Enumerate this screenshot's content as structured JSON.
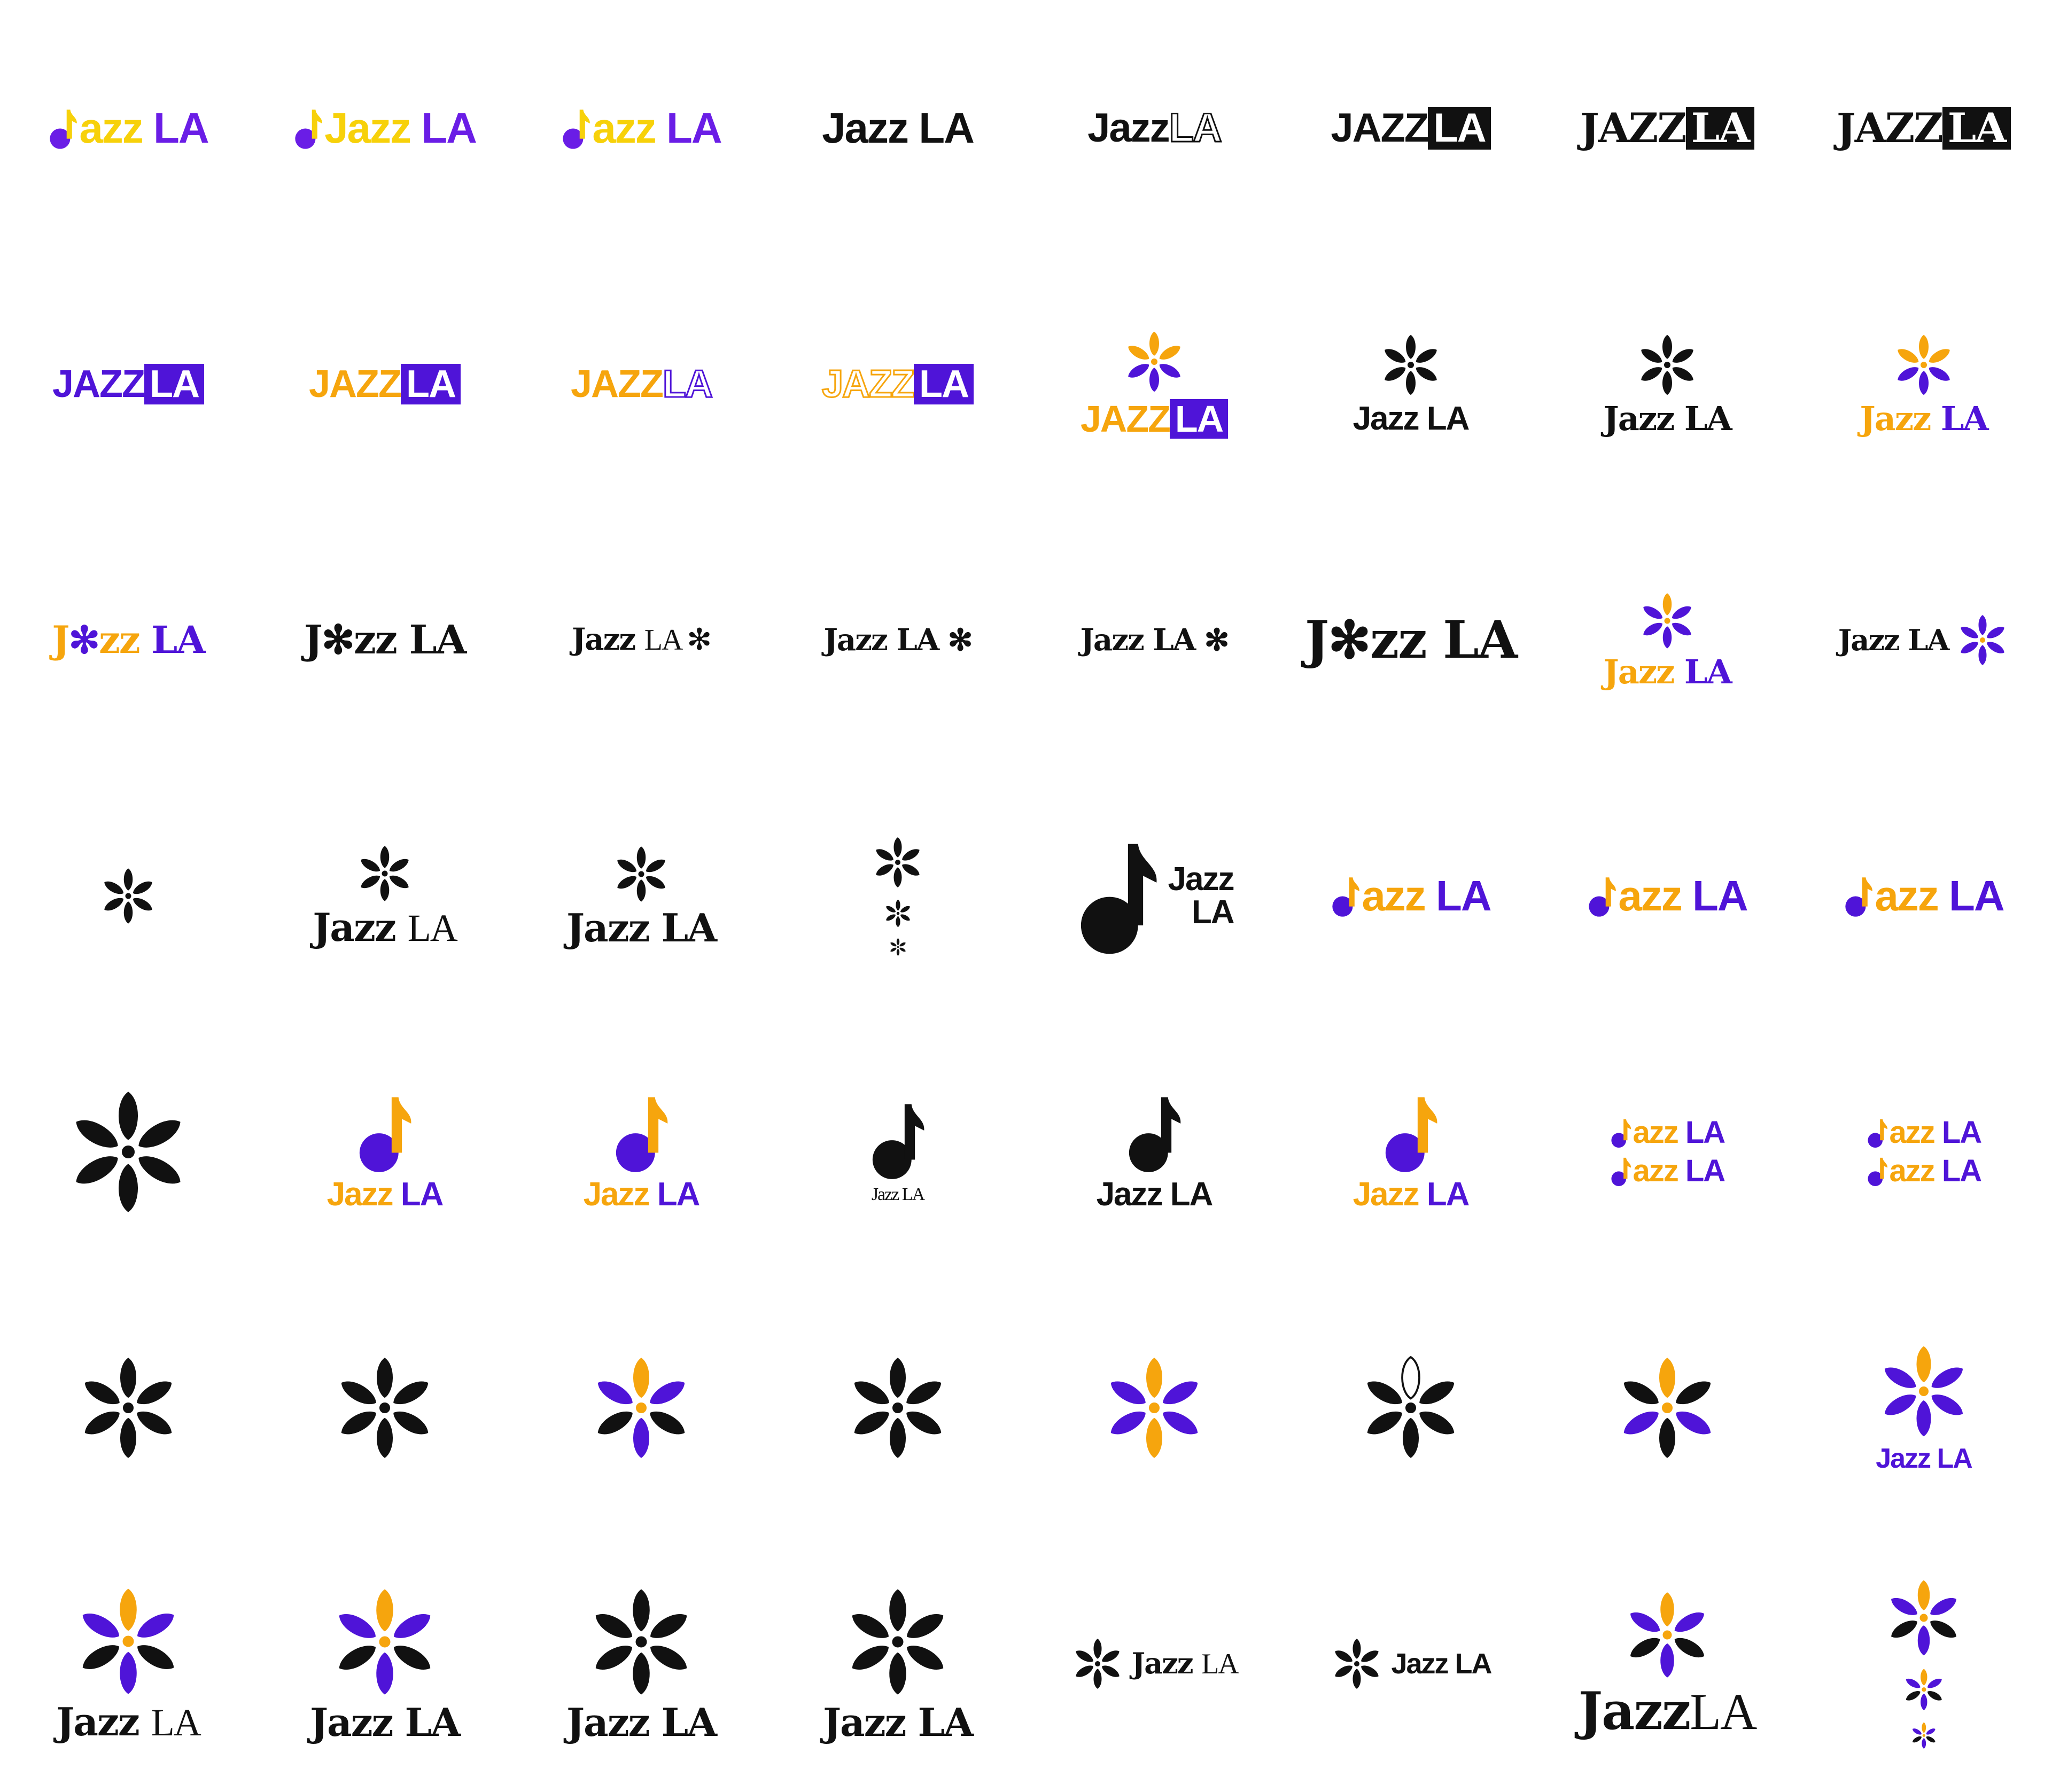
{
  "colors": {
    "black": "#111111",
    "purple": "#4f14d8",
    "violet": "#6a1de6",
    "yellow": "#f7d10a",
    "orange": "#f6a50d",
    "white": "#ffffff"
  },
  "icons": {
    "flower": "flower-icon",
    "note": "music-note-icon"
  },
  "marks": [
    {
      "icon": "note-dot",
      "parts": [
        {
          "t": "azz",
          "c": "yellow"
        },
        {
          "t": " LA",
          "c": "violet"
        }
      ],
      "size": 80,
      "style": "sans"
    },
    {
      "icon": "note-small",
      "parts": [
        {
          "t": "Jazz",
          "c": "yellow"
        },
        {
          "t": " LA",
          "c": "violet"
        }
      ],
      "size": 80,
      "style": "sans"
    },
    {
      "icon": "note-dot",
      "parts": [
        {
          "t": "azz",
          "c": "yellow"
        },
        {
          "t": " LA",
          "c": "violet"
        }
      ],
      "size": 80,
      "style": "sans"
    },
    {
      "icon": "",
      "parts": [
        {
          "t": "Jazz",
          "c": "black"
        },
        {
          "t": " LA",
          "c": "black"
        }
      ],
      "size": 80,
      "style": "sans"
    },
    {
      "icon": "",
      "parts": [
        {
          "t": "Jazz",
          "c": "black"
        },
        {
          "t": "LA",
          "c": "black",
          "outline": true
        }
      ],
      "size": 76,
      "style": "sans"
    },
    {
      "icon": "",
      "parts": [
        {
          "t": "JAZZ",
          "c": "black"
        },
        {
          "t": "LA",
          "c": "black",
          "box": "black"
        }
      ],
      "size": 76,
      "style": "sans"
    },
    {
      "icon": "",
      "parts": [
        {
          "t": "JAZZ",
          "c": "black"
        },
        {
          "t": "LA",
          "c": "black",
          "box": "black"
        }
      ],
      "size": 76,
      "style": "serif"
    },
    {
      "icon": "",
      "parts": [
        {
          "t": "JAZZ",
          "c": "black"
        },
        {
          "t": "LA",
          "c": "black",
          "box": "black"
        }
      ],
      "size": 76,
      "style": "serif"
    },
    {
      "icon": "",
      "parts": [
        {
          "t": "JAZZ",
          "c": "purple"
        },
        {
          "t": "LA",
          "c": "purple",
          "box": "purple"
        }
      ],
      "size": 72,
      "style": "sans"
    },
    {
      "icon": "",
      "parts": [
        {
          "t": "JAZZ",
          "c": "orange"
        },
        {
          "t": "LA",
          "c": "purple",
          "box": "purple"
        }
      ],
      "size": 72,
      "style": "sans"
    },
    {
      "icon": "",
      "parts": [
        {
          "t": "JAZZ",
          "c": "orange"
        },
        {
          "t": "LA",
          "c": "purple",
          "outline": true
        }
      ],
      "size": 72,
      "style": "sans"
    },
    {
      "icon": "",
      "parts": [
        {
          "t": "JAZZ",
          "c": "orange",
          "outline": true
        },
        {
          "t": "LA",
          "c": "purple",
          "box": "purple"
        }
      ],
      "size": 72,
      "style": "sans"
    },
    {
      "icon": "flower",
      "flowerStyle": "op",
      "iconSize": 120,
      "parts": [
        {
          "t": "JAZZ",
          "c": "orange"
        },
        {
          "t": "LA",
          "c": "purple",
          "box": "purple"
        }
      ],
      "size": 70,
      "style": "sans"
    },
    {
      "icon": "flower",
      "flowerStyle": "k",
      "iconSize": 120,
      "parts": [
        {
          "t": "Jazz",
          "c": "black"
        },
        {
          "t": " LA",
          "c": "black"
        }
      ],
      "size": 62,
      "style": "sans"
    },
    {
      "icon": "flower",
      "flowerStyle": "k",
      "iconSize": 120,
      "parts": [
        {
          "t": "Jazz",
          "c": "black"
        },
        {
          "t": " LA",
          "c": "black"
        }
      ],
      "size": 62,
      "style": "serif"
    },
    {
      "icon": "flower",
      "flowerStyle": "op",
      "iconSize": 120,
      "parts": [
        {
          "t": "Jazz",
          "c": "orange"
        },
        {
          "t": " LA",
          "c": "purple"
        }
      ],
      "size": 62,
      "style": "serif"
    },
    {
      "icon": "",
      "parts": [
        {
          "t": "J",
          "c": "orange"
        },
        {
          "t": "✻",
          "c": "purple"
        },
        {
          "t": "zz",
          "c": "orange"
        },
        {
          "t": " LA",
          "c": "purple"
        }
      ],
      "size": 70,
      "style": "serif"
    },
    {
      "icon": "",
      "parts": [
        {
          "t": "J✻zz LA",
          "c": "black"
        }
      ],
      "size": 74,
      "style": "serif"
    },
    {
      "icon": "",
      "parts": [
        {
          "t": "Jazz ",
          "c": "black"
        },
        {
          "t": "LA ✻",
          "c": "black",
          "light": true
        }
      ],
      "size": 56,
      "style": "serif"
    },
    {
      "icon": "",
      "parts": [
        {
          "t": "Jazz LA ✻",
          "c": "black"
        }
      ],
      "size": 56,
      "style": "serif"
    },
    {
      "icon": "",
      "parts": [
        {
          "t": "Jazz LA ✻",
          "c": "black"
        }
      ],
      "size": 56,
      "style": "serif"
    },
    {
      "icon": "",
      "parts": [
        {
          "t": "J✻zz LA",
          "c": "black"
        }
      ],
      "size": 96,
      "style": "serif"
    },
    {
      "icon": "flower",
      "flowerStyle": "po",
      "iconSize": 110,
      "parts": [
        {
          "t": "Jazz",
          "c": "orange"
        },
        {
          "t": " LA",
          "c": "purple"
        }
      ],
      "size": 62,
      "style": "serif"
    },
    {
      "icon": "flower-right",
      "flowerStyle": "p",
      "iconSize": 100,
      "parts": [
        {
          "t": "Jazz LA",
          "c": "black"
        }
      ],
      "size": 54,
      "style": "serif"
    },
    {
      "icon": "flower",
      "flowerStyle": "k",
      "iconSize": 110,
      "parts": [],
      "size": 0,
      "style": "sans"
    },
    {
      "icon": "flower",
      "flowerStyle": "k",
      "iconSize": 110,
      "parts": [
        {
          "t": "Jazz ",
          "c": "black"
        },
        {
          "t": "LA",
          "c": "black",
          "light": true
        }
      ],
      "size": 72,
      "style": "serif"
    },
    {
      "icon": "flower",
      "flowerStyle": "k",
      "iconSize": 110,
      "parts": [
        {
          "t": "Jazz LA",
          "c": "black"
        }
      ],
      "size": 72,
      "style": "serif"
    },
    {
      "icon": "flower-stack",
      "flowerStyle": "k",
      "iconSize": 100,
      "parts": [],
      "size": 0,
      "style": "sans"
    },
    {
      "icon": "note-big",
      "parts": [
        {
          "t": "Jazz",
          "c": "black"
        },
        {
          "t": "LA",
          "c": "black"
        }
      ],
      "size": 62,
      "style": "sans"
    },
    {
      "icon": "note-dot",
      "iconColor": "purple",
      "parts": [
        {
          "t": "azz",
          "c": "orange"
        },
        {
          "t": " LA",
          "c": "purple"
        }
      ],
      "size": 80,
      "style": "sans"
    },
    {
      "icon": "note-dot",
      "iconColor": "purple",
      "parts": [
        {
          "t": "azz",
          "c": "orange"
        },
        {
          "t": " LA",
          "c": "purple"
        }
      ],
      "size": 80,
      "style": "sans"
    },
    {
      "icon": "note-dot",
      "iconColor": "purple",
      "parts": [
        {
          "t": "azz",
          "c": "orange"
        },
        {
          "t": " LA",
          "c": "purple"
        }
      ],
      "size": 80,
      "style": "sans"
    },
    {
      "icon": "flower",
      "flowerStyle": "k",
      "iconSize": 240,
      "parts": [],
      "size": 0,
      "style": "sans"
    },
    {
      "icon": "note-stand",
      "noteColor": "orange",
      "dotColor": "purple",
      "parts": [
        {
          "t": "Jazz",
          "c": "orange"
        },
        {
          "t": " LA",
          "c": "purple"
        }
      ],
      "size": 62,
      "style": "sans"
    },
    {
      "icon": "note-stand",
      "noteColor": "orange",
      "dotColor": "purple",
      "parts": [
        {
          "t": "Jazz",
          "c": "orange"
        },
        {
          "t": " LA",
          "c": "purple"
        }
      ],
      "size": 62,
      "style": "sans"
    },
    {
      "icon": "note-stand",
      "noteColor": "black",
      "dotColor": "black",
      "parts": [
        {
          "t": "Jazz LA",
          "c": "black",
          "light": true
        }
      ],
      "size": 34,
      "style": "sans"
    },
    {
      "icon": "note-stand",
      "noteColor": "black",
      "dotColor": "black",
      "parts": [
        {
          "t": "Jazz LA",
          "c": "black"
        }
      ],
      "size": 62,
      "style": "sans"
    },
    {
      "icon": "note-stand",
      "noteColor": "orange",
      "dotColor": "purple",
      "parts": [
        {
          "t": "Jazz",
          "c": "orange"
        },
        {
          "t": " LA",
          "c": "purple"
        }
      ],
      "size": 62,
      "style": "sans"
    },
    {
      "icon": "note-pair",
      "parts": [
        {
          "t": "azz",
          "c": "orange"
        },
        {
          "t": " LA",
          "c": "purple"
        }
      ],
      "size": 58,
      "style": "sans"
    },
    {
      "icon": "note-pair",
      "parts": [
        {
          "t": "azz",
          "c": "orange"
        },
        {
          "t": " LA",
          "c": "purple"
        }
      ],
      "size": 58,
      "style": "sans"
    },
    {
      "icon": "flower",
      "flowerStyle": "k",
      "iconSize": 200,
      "parts": [],
      "size": 0,
      "style": "sans"
    },
    {
      "icon": "flower",
      "flowerStyle": "k",
      "iconSize": 200,
      "parts": [],
      "size": 0,
      "style": "sans"
    },
    {
      "icon": "flower",
      "flowerStyle": "kpo",
      "iconSize": 200,
      "parts": [],
      "size": 0,
      "style": "sans"
    },
    {
      "icon": "flower",
      "flowerStyle": "k",
      "iconSize": 200,
      "parts": [],
      "size": 0,
      "style": "sans"
    },
    {
      "icon": "flower",
      "flowerStyle": "pom",
      "iconSize": 200,
      "parts": [],
      "size": 0,
      "style": "sans"
    },
    {
      "icon": "flower",
      "flowerStyle": "kw",
      "iconSize": 200,
      "parts": [],
      "size": 0,
      "style": "sans"
    },
    {
      "icon": "flower",
      "flowerStyle": "pk",
      "iconSize": 200,
      "parts": [],
      "size": 0,
      "style": "sans"
    },
    {
      "icon": "flower",
      "flowerStyle": "po2",
      "iconSize": 180,
      "parts": [
        {
          "t": "Jazz LA",
          "c": "purple"
        }
      ],
      "size": 52,
      "style": "sans"
    },
    {
      "icon": "flower",
      "flowerStyle": "kpo",
      "iconSize": 210,
      "parts": [
        {
          "t": "Jazz ",
          "c": "black"
        },
        {
          "t": "LA",
          "c": "black",
          "light": true
        }
      ],
      "size": 72,
      "style": "serif"
    },
    {
      "icon": "flower",
      "flowerStyle": "kpo",
      "iconSize": 210,
      "parts": [
        {
          "t": "Jazz LA",
          "c": "black"
        }
      ],
      "size": 72,
      "style": "serif"
    },
    {
      "icon": "flower",
      "flowerStyle": "k",
      "iconSize": 210,
      "parts": [
        {
          "t": "Jazz LA",
          "c": "black"
        }
      ],
      "size": 72,
      "style": "serif"
    },
    {
      "icon": "flower",
      "flowerStyle": "k",
      "iconSize": 210,
      "parts": [
        {
          "t": "Jazz LA",
          "c": "black"
        }
      ],
      "size": 72,
      "style": "serif"
    },
    {
      "icon": "flower-left",
      "flowerStyle": "k",
      "iconSize": 100,
      "parts": [
        {
          "t": "Jazz ",
          "c": "black"
        },
        {
          "t": "LA",
          "c": "black",
          "light": true
        }
      ],
      "size": 54,
      "style": "serif"
    },
    {
      "icon": "flower-left",
      "flowerStyle": "k",
      "iconSize": 100,
      "parts": [
        {
          "t": "Jazz LA",
          "c": "black"
        }
      ],
      "size": 54,
      "style": "sans"
    },
    {
      "icon": "flower",
      "flowerStyle": "kpo",
      "iconSize": 170,
      "parts": [
        {
          "t": "Jazz",
          "c": "black"
        },
        {
          "t": "LA",
          "c": "black",
          "light": true
        }
      ],
      "size": 96,
      "style": "serif"
    },
    {
      "icon": "flower-stack",
      "flowerStyle": "kpo",
      "iconSize": 150,
      "parts": [],
      "size": 0,
      "style": "sans"
    }
  ]
}
